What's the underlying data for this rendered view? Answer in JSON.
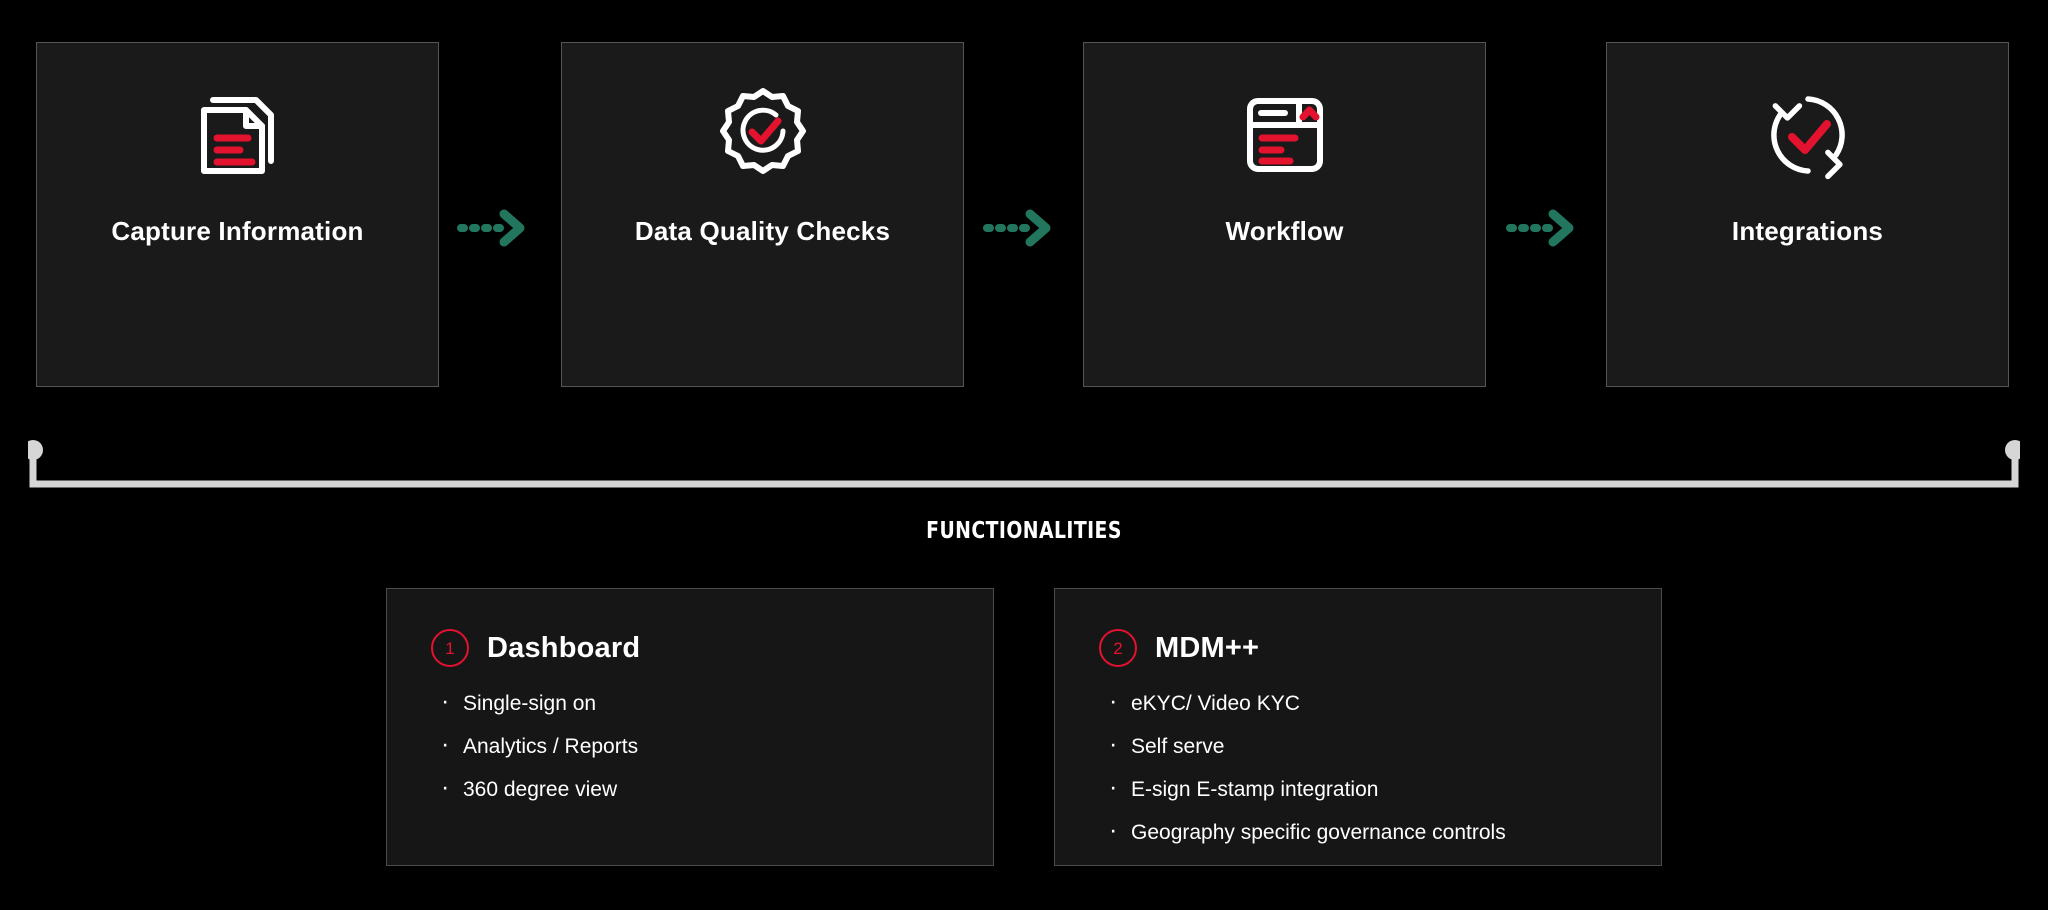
{
  "theme": {
    "background": "#000000",
    "card_background": "#1a1a1a",
    "card_border": "#555555",
    "accent_red": "#e3122e",
    "arrow_green": "#23765e",
    "bracket_gray": "#d6d6d6",
    "text": "#ffffff"
  },
  "process": {
    "cards": [
      {
        "title": "Capture Information",
        "icon": "documents-stack-icon"
      },
      {
        "title": "Data Quality Checks",
        "icon": "verified-badge-check-icon"
      },
      {
        "title": "Workflow",
        "icon": "browser-window-list-icon"
      },
      {
        "title": "Integrations",
        "icon": "sync-circle-check-icon"
      }
    ],
    "connectors": [
      {
        "icon": "dashed-arrow-right-icon"
      },
      {
        "icon": "dashed-arrow-right-icon"
      },
      {
        "icon": "dashed-arrow-right-icon"
      }
    ]
  },
  "bracket": {
    "icon": "bracket-with-end-dots",
    "left_dot": "bracket-dot-left",
    "right_dot": "bracket-dot-right"
  },
  "section": {
    "label": "FUNCTIONALITIES"
  },
  "functionalities": {
    "cards": [
      {
        "number": "1",
        "title": "Dashboard",
        "items": [
          "Single-sign on",
          "Analytics / Reports",
          "360 degree view"
        ]
      },
      {
        "number": "2",
        "title": "MDM++",
        "items": [
          "eKYC/ Video KYC",
          "Self serve",
          "E-sign E-stamp integration",
          "Geography specific governance controls"
        ]
      }
    ]
  }
}
